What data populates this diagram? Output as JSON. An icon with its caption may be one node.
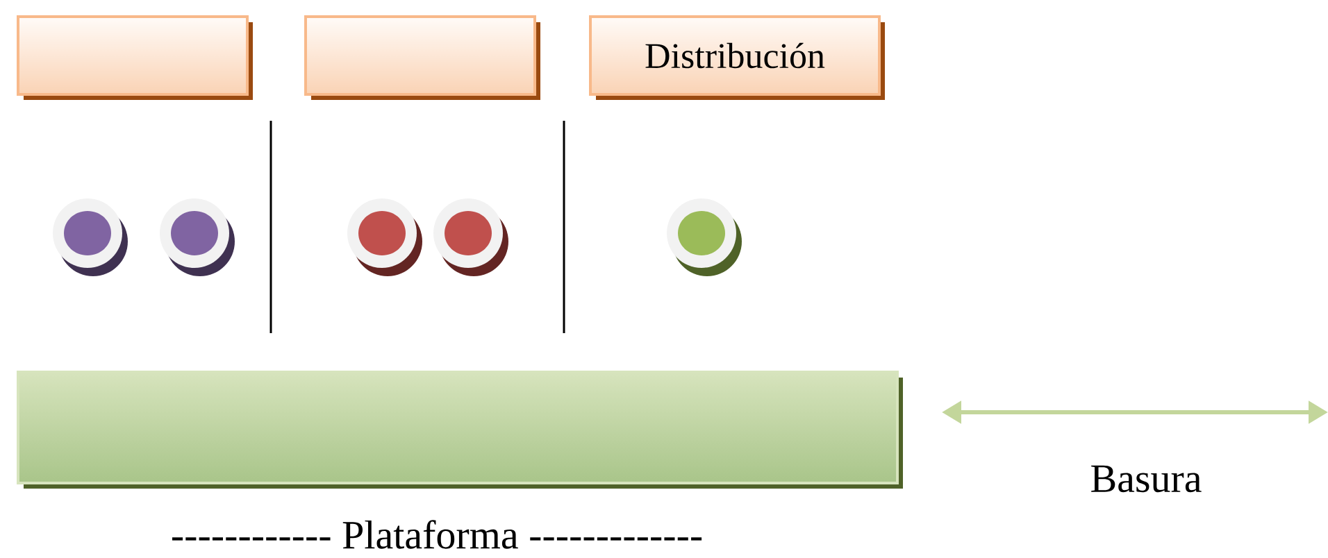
{
  "diagram": {
    "nodes": [
      {
        "text": [],
        "shape": "box"
      },
      {
        "text": [],
        "shape": "box"
      },
      {
        "text": [
          "Distribución"
        ]
      },
      {
        "text": [],
        "shape": "circle"
      },
      {
        "text": [],
        "shape": "circle"
      },
      {
        "text": [],
        "shape": "circle"
      },
      {
        "text": [],
        "shape": "circle"
      },
      {
        "text": [],
        "shape": "circle"
      },
      {
        "text": [],
        "shape": "bar",
        "beside": [
          "------------ Plataforma -------------"
        ]
      }
    ],
    "labels": [
      "Basura"
    ]
  }
}
